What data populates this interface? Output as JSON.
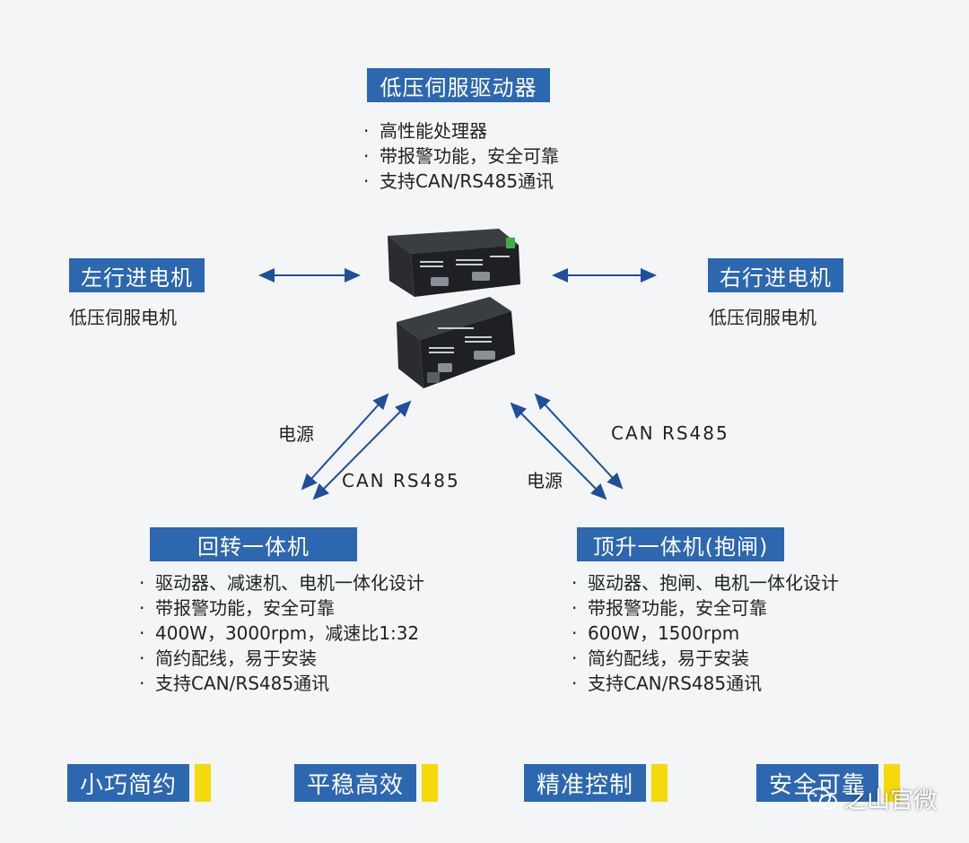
{
  "center": {
    "title": "低压伺服驱动器",
    "features": [
      "高性能处理器",
      "带报警功能，安全可靠",
      "支持CAN/RS485通讯"
    ]
  },
  "left_motor": {
    "title": "左行进电机",
    "subtitle": "低压伺服电机"
  },
  "right_motor": {
    "title": "右行进电机",
    "subtitle": "低压伺服电机"
  },
  "rotary": {
    "title": "回转一体机",
    "features": [
      "驱动器、减速机、电机一体化设计",
      "带报警功能，安全可靠",
      "400W，3000rpm，减速比1:32",
      "简约配线，易于安装",
      "支持CAN/RS485通讯"
    ]
  },
  "lift": {
    "title": "顶升一体机(抱闸)",
    "features": [
      "驱动器、抱闸、电机一体化设计",
      "带报警功能，安全可靠",
      "600W，1500rpm",
      "简约配线，易于安装",
      "支持CAN/RS485通讯"
    ]
  },
  "connections": {
    "left_power": "电源",
    "left_comm": "CAN  RS485",
    "right_comm": "CAN  RS485",
    "right_power": "电源"
  },
  "tags": [
    "小巧简约",
    "平稳高效",
    "精准控制",
    "安全可靠"
  ],
  "watermark": {
    "text": "之山官微",
    "icon": "wechat-icon"
  },
  "colors": {
    "label_blue": "#2c67b0",
    "accent_yellow": "#f5d90a",
    "arrow_blue": "#1f4f9a"
  }
}
